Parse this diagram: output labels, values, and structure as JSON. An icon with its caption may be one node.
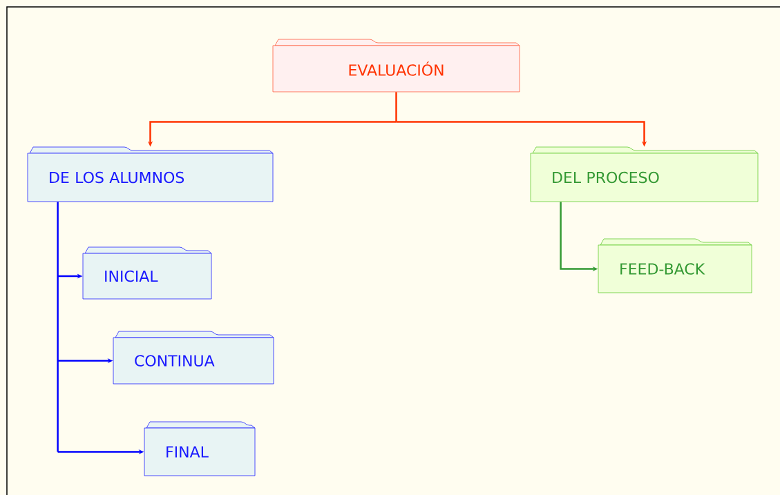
{
  "diagram": {
    "nodes": [
      {
        "text": [
          "EVALUACIÓN"
        ]
      },
      {
        "text": [
          "DE LOS ALUMNOS"
        ]
      },
      {
        "text": [
          "DEL PROCESO"
        ]
      },
      {
        "text": [
          "INICIAL"
        ]
      },
      {
        "text": [
          "CONTINUA"
        ]
      },
      {
        "text": [
          "FINAL"
        ]
      },
      {
        "text": [
          "FEED-BACK"
        ]
      }
    ],
    "edges": [
      {
        "from": 0,
        "to": 1,
        "arrow": "to",
        "color": "#ff3300"
      },
      {
        "from": 0,
        "to": 2,
        "arrow": "to",
        "color": "#ff3300"
      },
      {
        "from": 1,
        "to": 3,
        "arrow": "to",
        "color": "#0000ff"
      },
      {
        "from": 1,
        "to": 4,
        "arrow": "to",
        "color": "#0000ff"
      },
      {
        "from": 1,
        "to": 5,
        "arrow": "to",
        "color": "#0000ff"
      },
      {
        "from": 2,
        "to": 6,
        "arrow": "to",
        "color": "#339933"
      }
    ]
  }
}
